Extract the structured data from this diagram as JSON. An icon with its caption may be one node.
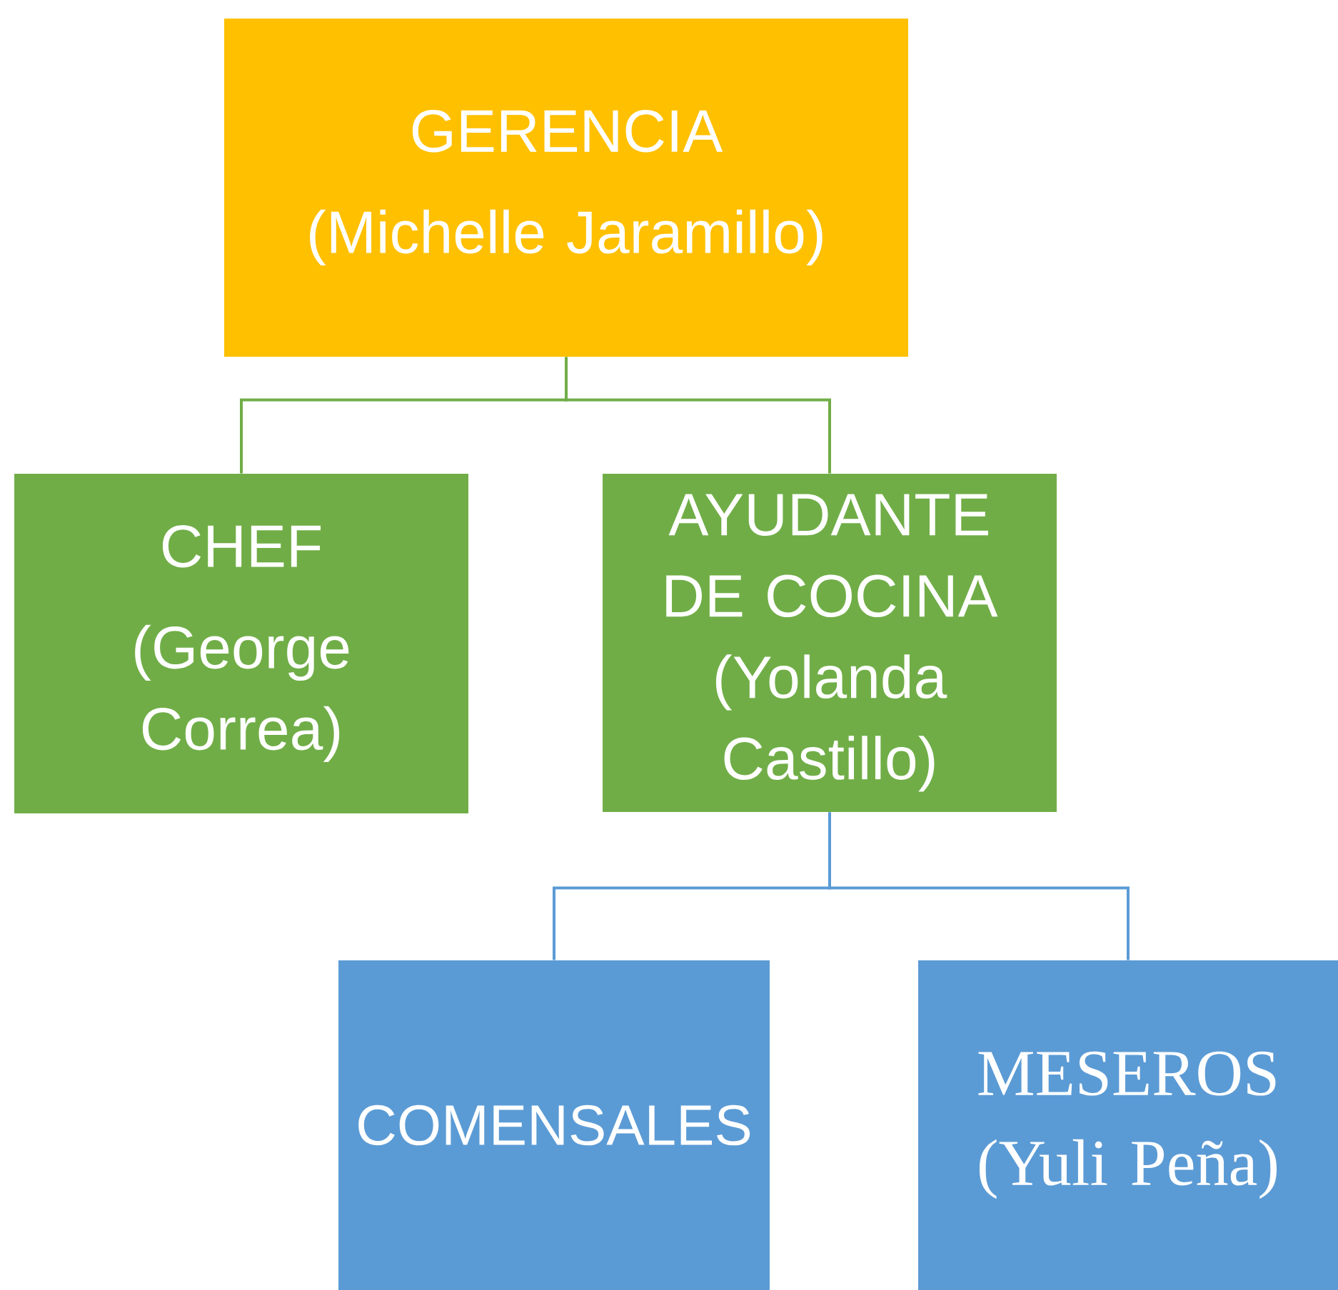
{
  "diagram": {
    "nodes": [
      {
        "text": [
          "GERENCIA",
          "(Michelle Jaramillo)"
        ]
      },
      {
        "text": [
          "CHEF",
          "(George Correa)"
        ]
      },
      {
        "text": [
          "AYUDANTE DE COCINA",
          "(Yolanda Castillo)"
        ]
      },
      {
        "text": [
          "COMENSALES"
        ]
      },
      {
        "text": [
          "MESEROS",
          "(Yuli Peña)"
        ]
      }
    ],
    "edges": [
      {
        "from": 0,
        "to": 1,
        "arrow": "none",
        "color": "#70ad47"
      },
      {
        "from": 0,
        "to": 2,
        "arrow": "none",
        "color": "#70ad47"
      },
      {
        "from": 2,
        "to": 3,
        "arrow": "none",
        "color": "#5b9bd5"
      },
      {
        "from": 2,
        "to": 4,
        "arrow": "none",
        "color": "#5b9bd5"
      }
    ]
  }
}
